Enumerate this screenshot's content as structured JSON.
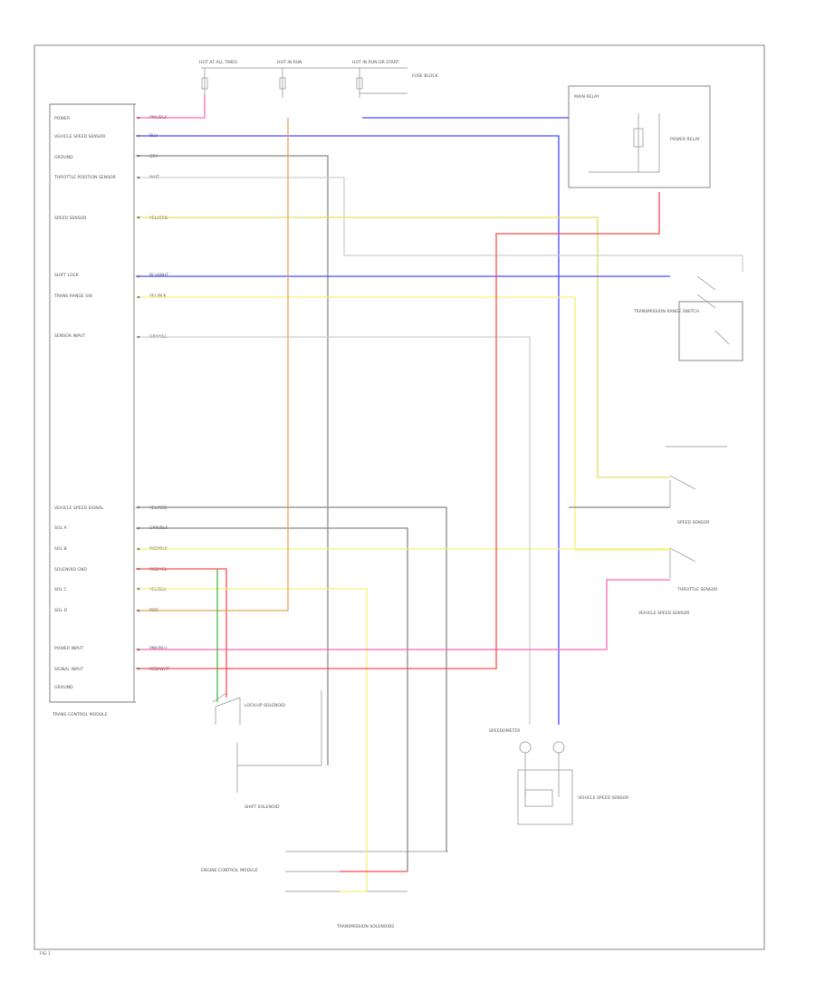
{
  "colors": {
    "pink": "#ff69b4",
    "blue": "#4a4aff",
    "gray": "#888888",
    "lightgray": "#cfcfcf",
    "yellowgreen": "#dfe060",
    "yellow": "#f2f27a",
    "red": "#ff4a4a",
    "green": "#4ab84a",
    "orange": "#e4a45a",
    "brown": "#9a7a4a"
  },
  "labels": {
    "top_fuse_a": "HOT AT ALL TIMES",
    "top_fuse_b": "HOT IN RUN",
    "top_fuse_c": "HOT IN RUN OR START",
    "fuse_box_note": "FUSE BLOCK",
    "tcm_title": "TRANS CONTROL MODULE",
    "relay_label": "POWER RELAY",
    "relay_box": "MAIN RELAY",
    "left_pins": [
      "POWER",
      "VEHICLE SPEED SENSOR",
      "GROUND",
      "THROTTLE POSITION SENSOR",
      "SPEED SENSOR",
      "SHIFT LOCK",
      "TRANS RANGE SW",
      "SENSOR INPUT",
      "VEHICLE SPEED SIGNAL",
      "SOL A",
      "SOL B",
      "SOLENOID GND",
      "SOL C",
      "SOL D",
      "POWER INPUT",
      "SIGNAL INPUT",
      "GROUND"
    ],
    "wire_labels": [
      "PNK/BLK",
      "BLU",
      "GRY",
      "WHT",
      "YEL/GRN",
      "BLU/WHT",
      "YEL/BLK",
      "GRY/YEL",
      "YEL/RED",
      "GRN/BLK",
      "RED/BLK",
      "RED/YEL",
      "YEL/BLU",
      "RED",
      "PNK/BLU",
      "RED/WHT"
    ],
    "right_component": "TRANSMISSION RANGE SWITCH",
    "sensor_a": "SPEED SENSOR",
    "sensor_b": "THROTTLE SENSOR",
    "sensor_c": "VEHICLE SPEED SENSOR",
    "lockup": "LOCK-UP SOLENOID",
    "shift_sol": "SHIFT SOLENOID",
    "speedo": "SPEEDOMETER",
    "bottom_left": "ENGINE CONTROL MODULE",
    "bottom_center": "TRANSMISSION SOLENOIDS",
    "bottom_right": "VEHICLE SPEED SENSOR",
    "corner": "FIG 1"
  }
}
